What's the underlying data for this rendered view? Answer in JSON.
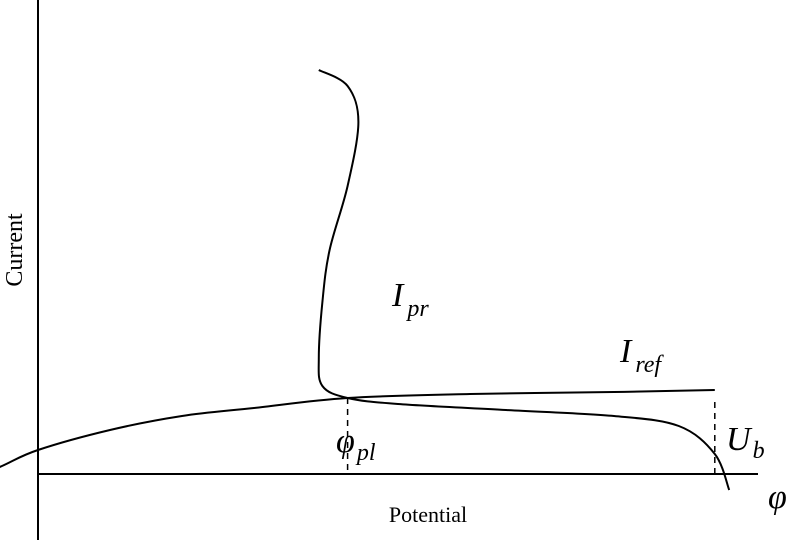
{
  "chart_data": {
    "type": "line",
    "title": "",
    "xlabel": "Potential",
    "ylabel": "Current",
    "x_axis_symbol": "φ",
    "xlim": [
      -1,
      10
    ],
    "ylim": [
      -1,
      10
    ],
    "grid": false,
    "series": [
      {
        "name": "I_pr",
        "label_main": "I",
        "label_sub": "pr",
        "points": [
          [
            3.9,
            10.1
          ],
          [
            4.3,
            9.7
          ],
          [
            4.45,
            8.8
          ],
          [
            4.3,
            7.2
          ],
          [
            4.05,
            5.6
          ],
          [
            3.95,
            4.3
          ],
          [
            3.9,
            2.9
          ],
          [
            3.95,
            2.2
          ],
          [
            4.3,
            1.9
          ],
          [
            5.0,
            1.75
          ],
          [
            6.5,
            1.6
          ],
          [
            8.0,
            1.45
          ],
          [
            8.9,
            1.2
          ],
          [
            9.4,
            0.5
          ],
          [
            9.6,
            -0.4
          ]
        ]
      },
      {
        "name": "I_ref",
        "label_main": "I",
        "label_sub": "ref",
        "points": [
          [
            -1.0,
            -0.2
          ],
          [
            -0.5,
            0.2
          ],
          [
            0.0,
            0.6
          ],
          [
            1.0,
            1.1
          ],
          [
            2.0,
            1.45
          ],
          [
            3.0,
            1.65
          ],
          [
            4.3,
            1.9
          ],
          [
            6.0,
            2.0
          ],
          [
            8.0,
            2.05
          ],
          [
            9.4,
            2.1
          ]
        ]
      }
    ],
    "markers": [
      {
        "name": "φ_pl",
        "label_main": "φ",
        "label_sub": "pl",
        "x": 4.3,
        "y_top": 1.9
      },
      {
        "name": "U_b",
        "label_main": "U",
        "label_sub": "b",
        "x": 9.4,
        "y_top": 1.8
      }
    ]
  }
}
